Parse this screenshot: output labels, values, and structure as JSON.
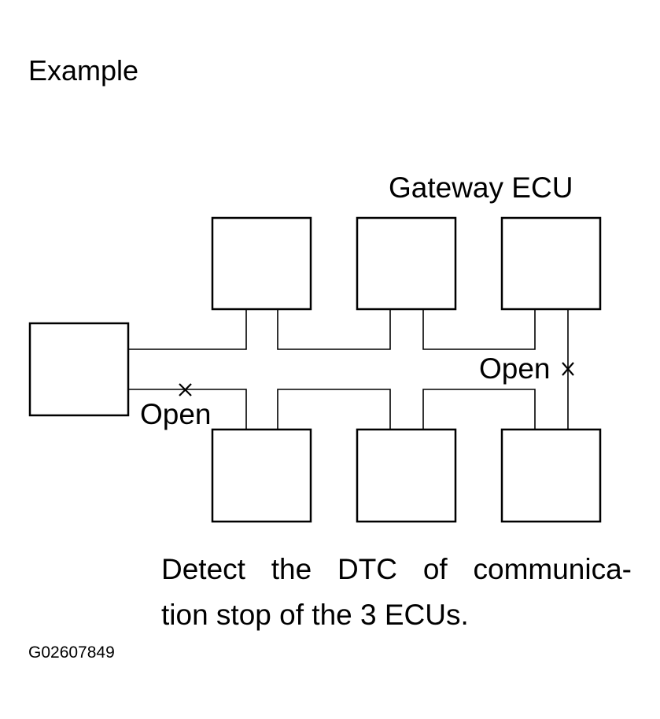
{
  "title": "Example",
  "gateway_label": "Gateway ECU",
  "open_labels": {
    "left": "Open",
    "right": "Open"
  },
  "open_mark": "×",
  "caption": {
    "line1": "Detect the DTC of communica-",
    "line2": "tion stop of the 3 ECUs."
  },
  "figure_code": "G02607849",
  "colors": {
    "line": "#000000",
    "background": "#ffffff"
  }
}
